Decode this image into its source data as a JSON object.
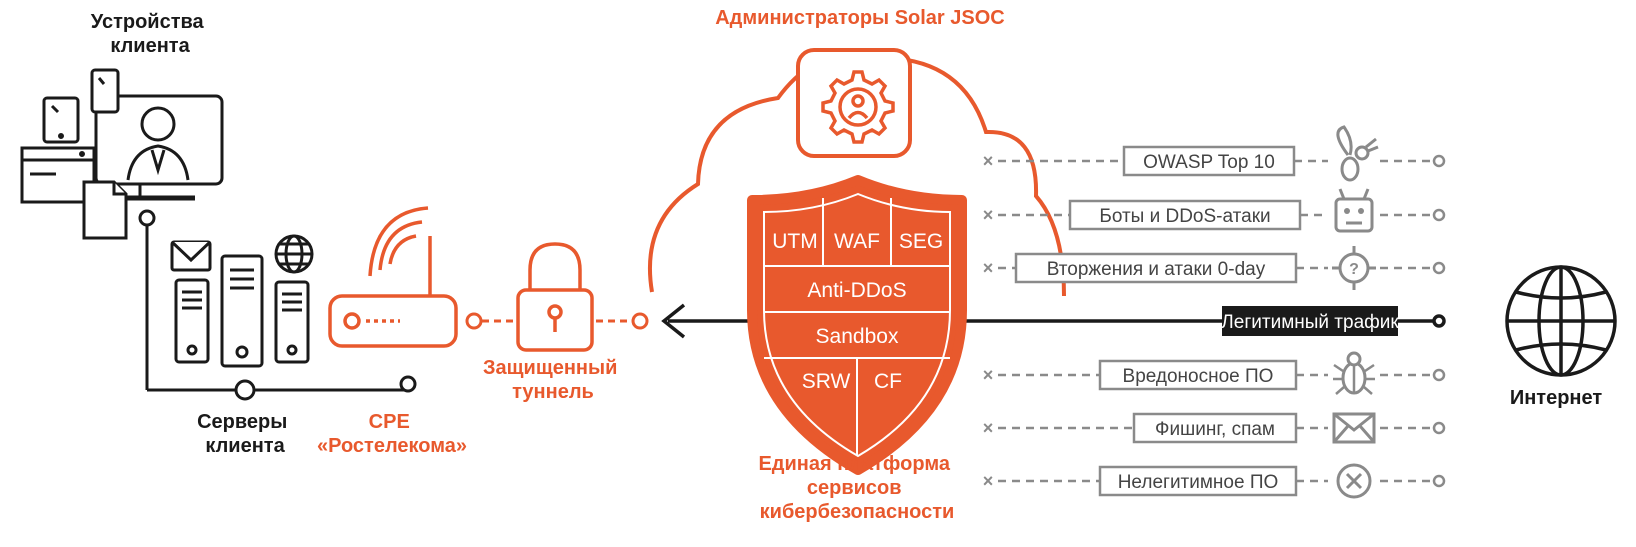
{
  "colors": {
    "accent": "#e8592d",
    "dark": "#1a1a1a",
    "grey": "#8a8a8a"
  },
  "labels": {
    "client_devices": [
      "Устройства",
      "клиента"
    ],
    "client_servers": [
      "Серверы",
      "клиента"
    ],
    "cpe": [
      "CPE",
      "«Ростелекома»"
    ],
    "tunnel": [
      "Защищенный",
      "туннель"
    ],
    "admins": "Администраторы Solar JSOC",
    "platform": [
      "Единая платформа",
      "сервисов",
      "кибербезопасности"
    ],
    "internet": "Интернет",
    "legit_traffic": "Легитимный трафик"
  },
  "shield": {
    "row1": [
      "UTM",
      "WAF",
      "SEG"
    ],
    "row2": "Anti-DDoS",
    "row3": "Sandbox",
    "row4": [
      "SRW",
      "CF"
    ]
  },
  "threats": [
    {
      "label": "OWASP Top 10",
      "icon": "wasp-icon"
    },
    {
      "label": "Боты и DDoS-атаки",
      "icon": "robot-icon"
    },
    {
      "label": "Вторжения и атаки 0-day",
      "icon": "crosshair-question-icon"
    },
    {
      "label": "Вредоносное ПО",
      "icon": "bug-icon"
    },
    {
      "label": "Фишинг, спам",
      "icon": "envelope-icon"
    },
    {
      "label": "Нелегитимное ПО",
      "icon": "x-circle-icon"
    }
  ]
}
